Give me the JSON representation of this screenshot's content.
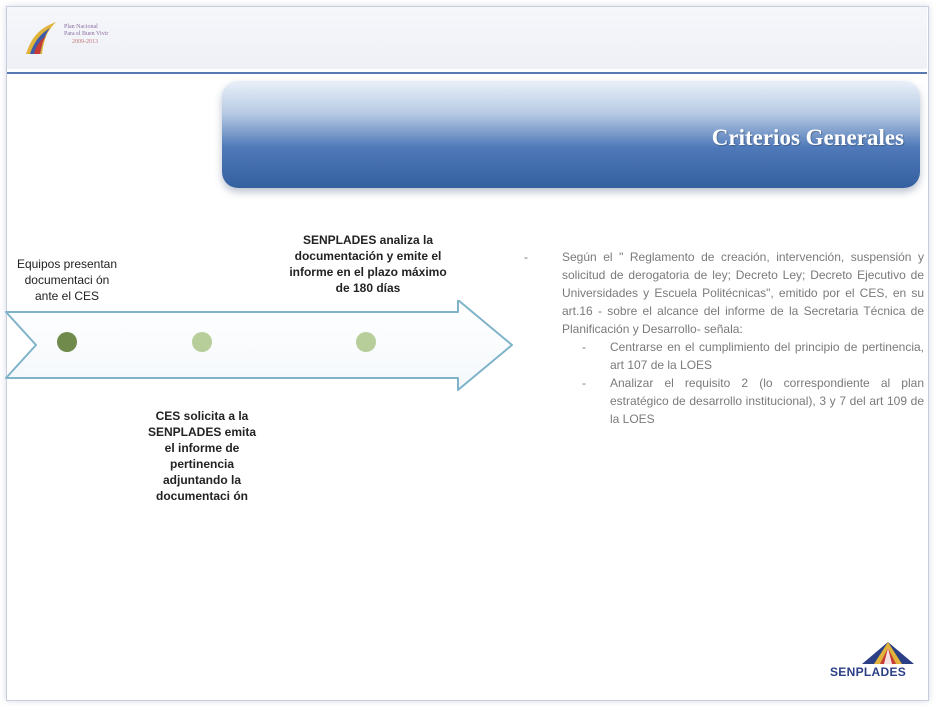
{
  "header": {
    "logo_lines": [
      "Plan Nacional",
      "Para el Buen Vivir",
      "2009-2013"
    ]
  },
  "banner": {
    "title": "Criterios Generales"
  },
  "diagram": {
    "steps_top": [
      {
        "text": "Equipos presentan documentaci ón ante el CES"
      },
      {
        "text": "SENPLADES analiza la documentación y emite el informe en el plazo máximo de 180 días"
      }
    ],
    "steps_bottom": [
      {
        "text": "CES solicita a la SENPLADES emita el informe de pertinencia adjuntando la documentaci ón"
      }
    ],
    "colors": {
      "arrow_border": "#7eb3c9",
      "dot1": "#6f8a4a",
      "dot2": "#b7cd9a",
      "dot3": "#b7cd9a"
    }
  },
  "criteria": {
    "bullet": "-",
    "paragraph": "Según el \" Reglamento de creación, intervención, suspensión y solicitud de derogatoria de ley; Decreto Ley; Decreto Ejecutivo de Universidades y Escuela Politécnicas\", emitido por el CES, en su art.16 - sobre el alcance del informe de la Secretaria Técnica de Planificación y Desarrollo- señala:",
    "items": [
      {
        "bullet": "-",
        "text": "Centrarse en el cumplimiento del principio de pertinencia, art 107 de la LOES"
      },
      {
        "bullet": "-",
        "text": "Analizar el requisito 2 (lo correspondiente al plan estratégico de desarrollo institucional), 3 y 7 del art 109 de la LOES"
      }
    ]
  },
  "footer": {
    "brand": "SENPLADES"
  }
}
